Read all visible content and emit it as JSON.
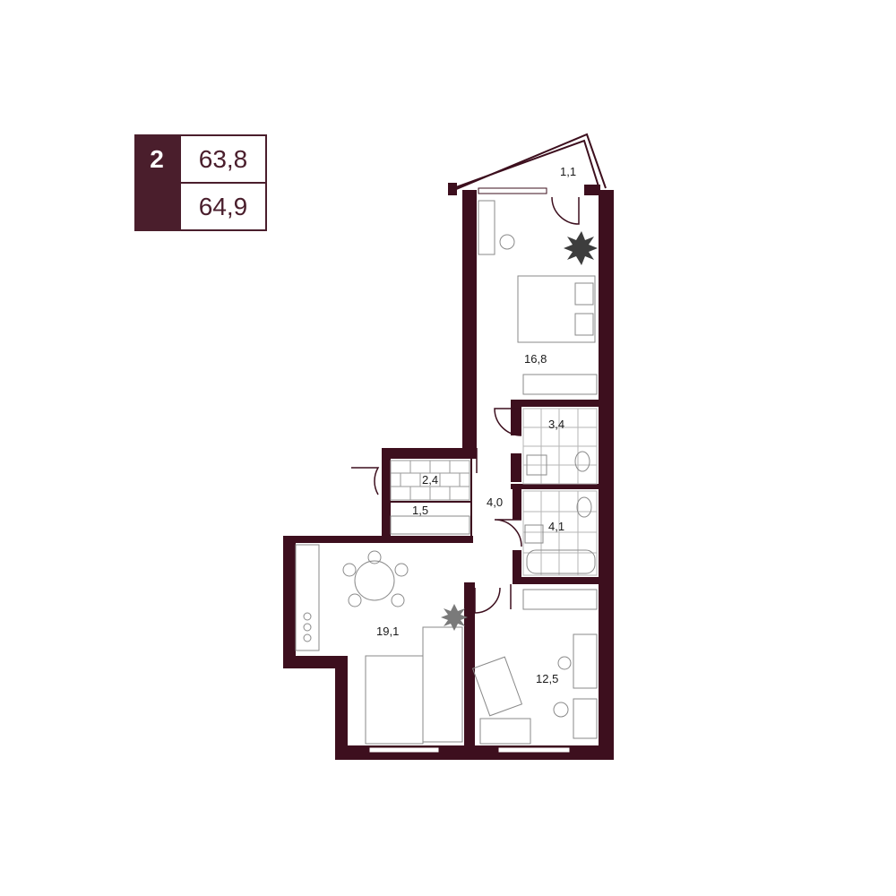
{
  "summary": {
    "rooms": "2",
    "living_area": "63,8",
    "total_area": "64,9"
  },
  "colors": {
    "accent": "#4a1e2c",
    "wall": "#3d0f1e",
    "furniture": "#8a8a8a"
  },
  "rooms": [
    {
      "id": "balcony",
      "area": "1,1"
    },
    {
      "id": "bedroom",
      "area": "16,8"
    },
    {
      "id": "bathroom",
      "area": "3,4"
    },
    {
      "id": "storage",
      "area": "2,4"
    },
    {
      "id": "hall",
      "area": "4,0"
    },
    {
      "id": "wardrobe",
      "area": "1,5"
    },
    {
      "id": "bath",
      "area": "4,1"
    },
    {
      "id": "kitchen-living",
      "area": "19,1"
    },
    {
      "id": "bedroom-2",
      "area": "12,5"
    }
  ]
}
